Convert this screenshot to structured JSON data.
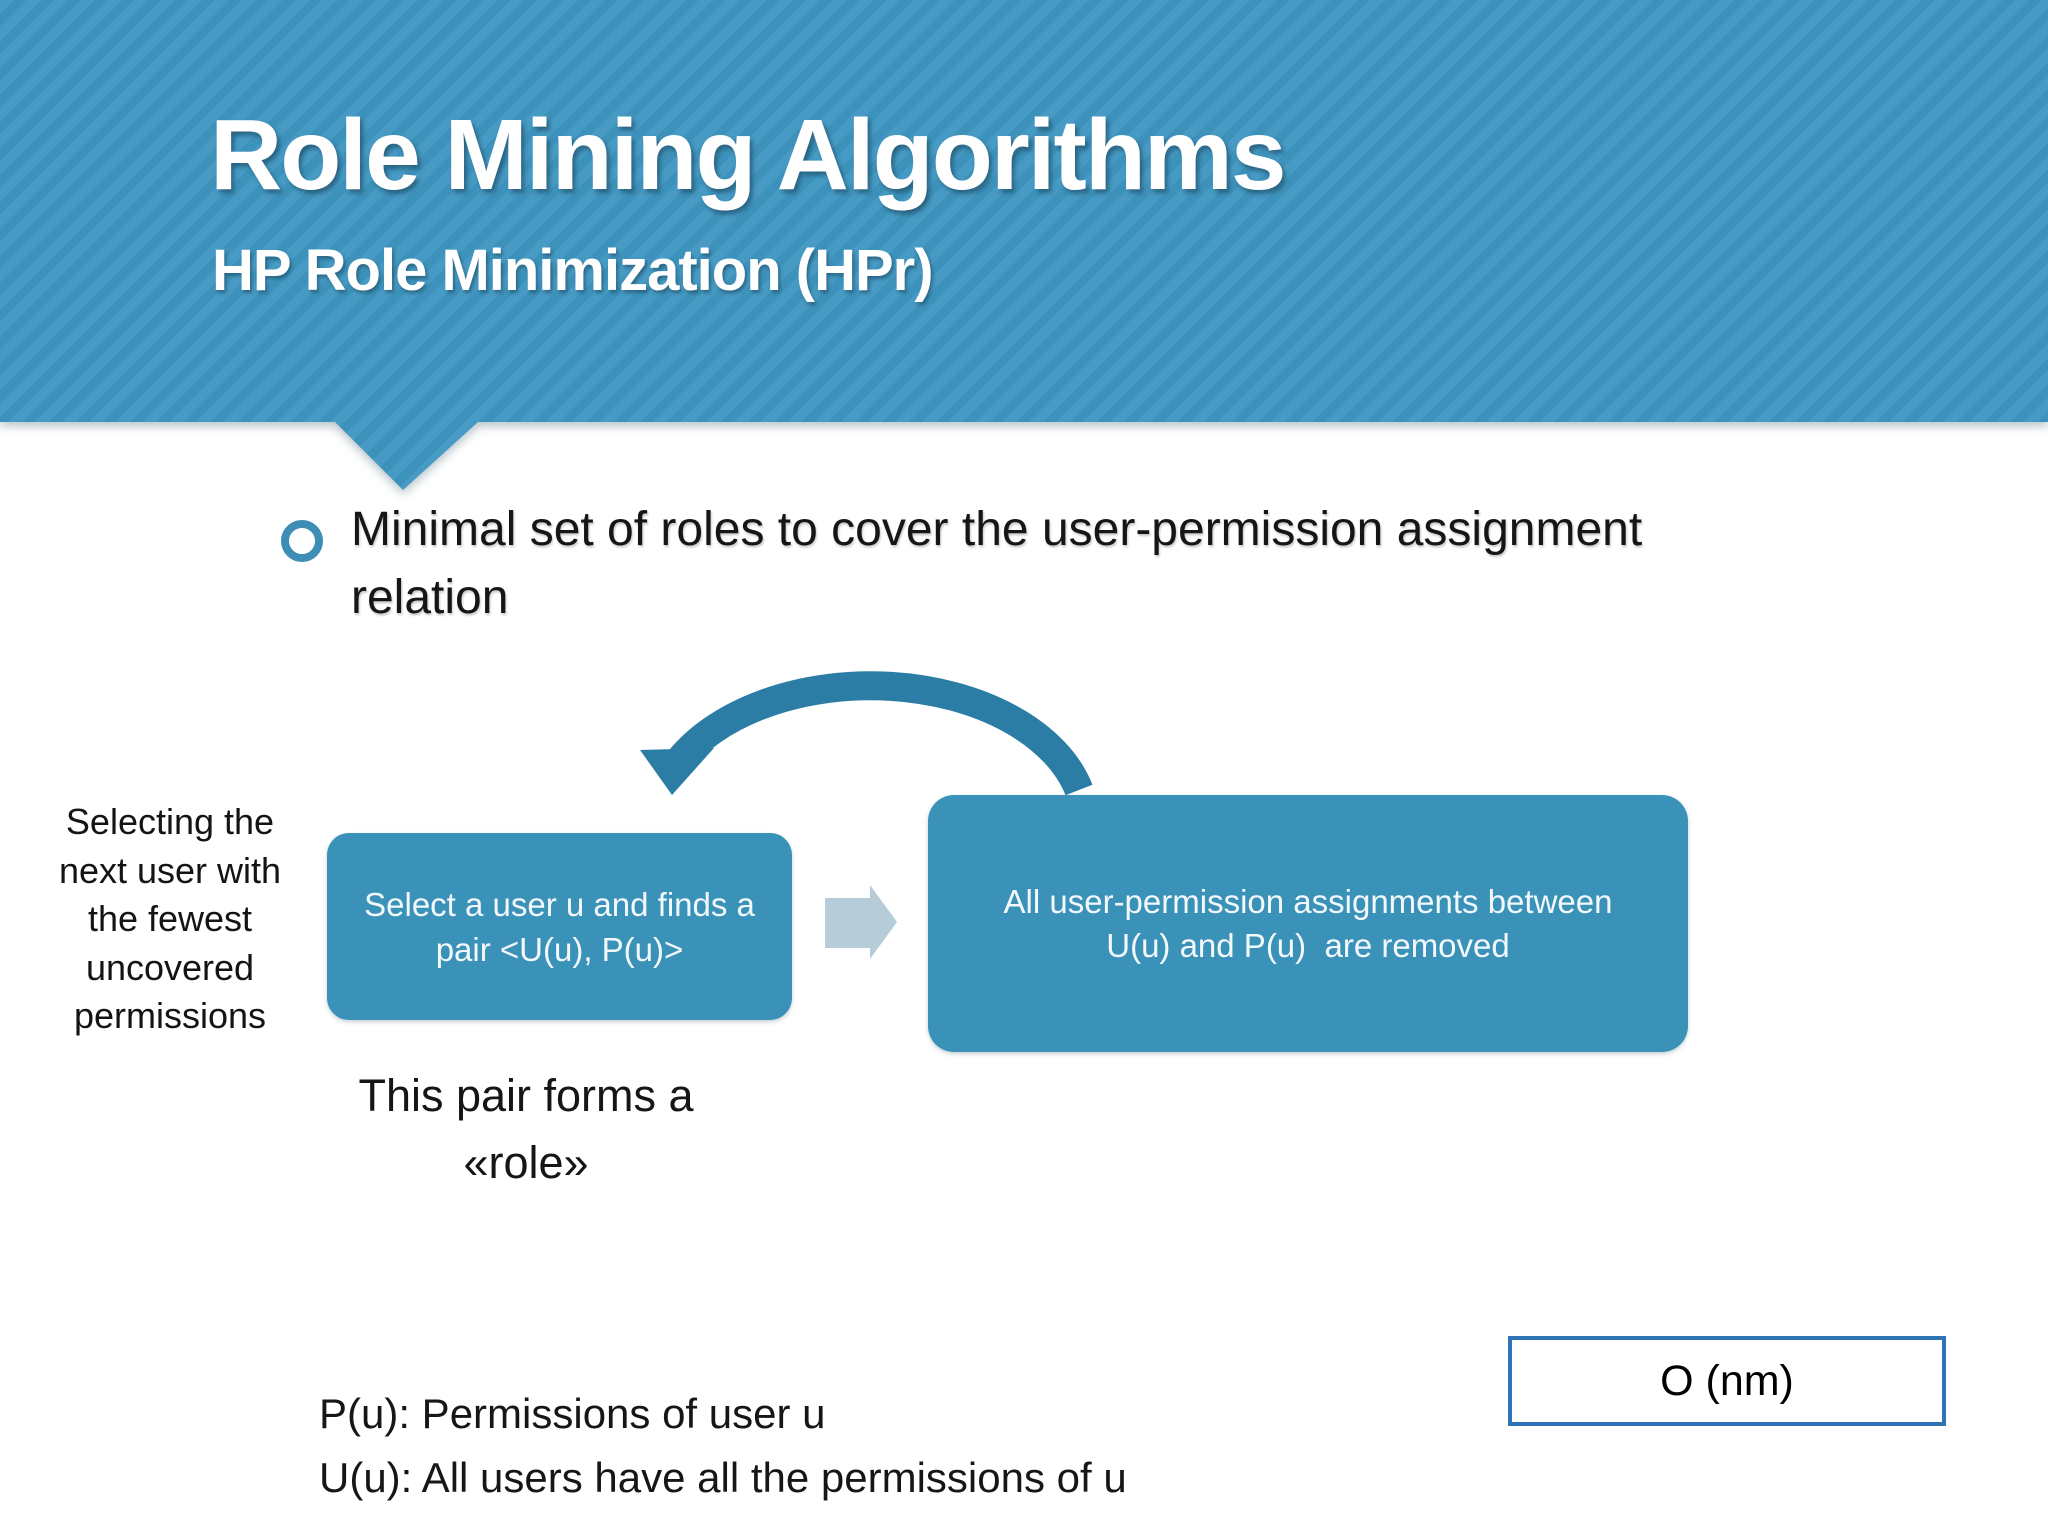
{
  "slide": {
    "title": "Role Mining Algorithms",
    "subtitle": "HP Role Minimization (HPr)",
    "bullet": {
      "lines": [
        "Minimal set of roles to cover the user-permission assignment",
        "relation"
      ]
    },
    "side_note": {
      "lines": [
        "Selecting the",
        "next user with",
        "the fewest",
        "uncovered",
        "permissions"
      ]
    },
    "flow": {
      "step1": {
        "lines": [
          "Select a user u and finds a",
          "pair <U(u), P(u)>"
        ]
      },
      "step2": {
        "lines": [
          "All user-permission assignments between",
          "U(u) and P(u)  are removed"
        ]
      },
      "step1_caption": {
        "lines": [
          "This pair forms a",
          "«role»"
        ]
      }
    },
    "definitions": {
      "lines": [
        "P(u): Permissions of user u",
        "U(u): All users have all the permissions of u"
      ]
    },
    "complexity_label": "O (nm)",
    "colors": {
      "banner_stripe_light": "#469ac4",
      "banner_stripe_dark": "#3d92bb",
      "box_fill": "#3a92b8",
      "loop_arrow": "#2c7da5",
      "block_arrow": "#b7ccd9",
      "bullet_ring": "#3e8db4",
      "complexity_border": "#2e75b6",
      "title_text": "#ffffff",
      "body_text": "#161616"
    }
  }
}
